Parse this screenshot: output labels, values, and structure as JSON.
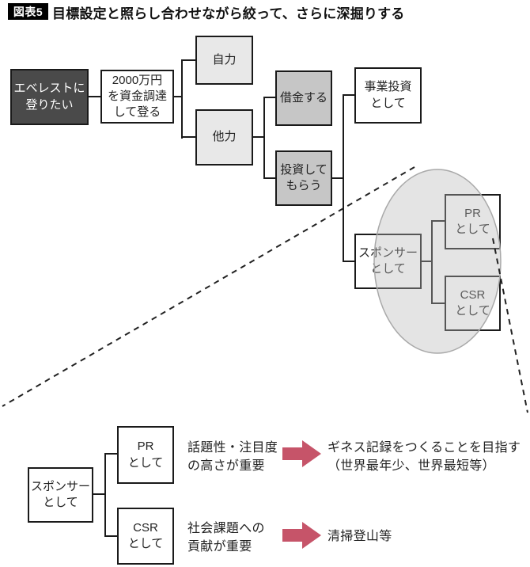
{
  "header": {
    "figure_tag": "図表5",
    "title": "目標設定と照らし合わせながら絞って、さらに深掘りする"
  },
  "top_tree": {
    "everest": "エベレストに\n登りたい",
    "funding": "2000万円\nを資金調達\nして登る",
    "self_power": "自力",
    "other_power": "他力",
    "borrow": "借金する",
    "get_invested": "投資して\nもらう",
    "business_invest": "事業投資\nとして",
    "sponsor": "スポンサー\nとして",
    "pr": "PR\nとして",
    "csr": "CSR\nとして"
  },
  "detail_tree": {
    "sponsor": "スポンサー\nとして",
    "pr": "PR\nとして",
    "csr": "CSR\nとして",
    "pr_criterion": "話題性・注目度\nの高さが重要",
    "pr_example": "ギネス記録をつくることを目指す\n（世界最年少、世界最短等）",
    "csr_criterion": "社会課題への\n貢献が重要",
    "csr_example": "清掃登山等"
  },
  "colors": {
    "dark_node_bg": "#4a4a4a",
    "light_node_bg": "#e8e8e8",
    "mid_node_bg": "#c6c6c6",
    "node_border": "#1a1a1a",
    "arrow": "#c65469",
    "highlight_fill": "rgba(184,184,184,0.38)",
    "highlight_stroke": "#a9a9a9",
    "dash_line": "#222222"
  }
}
